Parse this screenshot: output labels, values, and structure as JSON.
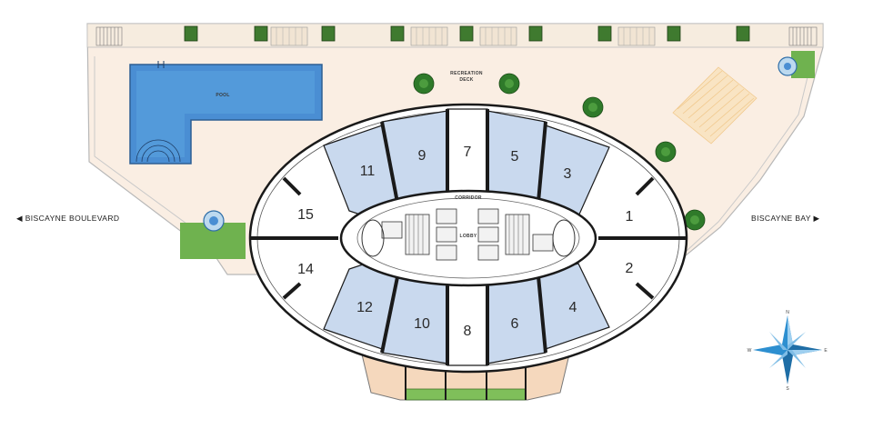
{
  "labels": {
    "pool": "POOL",
    "deck_line1": "RECREATION",
    "deck_line2": "DECK",
    "corridor": "CORRIDOR",
    "lobby": "LOBBY",
    "street_left": "◀ BISCAYNE BOULEVARD",
    "street_right": "BISCAYNE BAY ▶"
  },
  "units": {
    "u1": "1",
    "u2": "2",
    "u3": "3",
    "u4": "4",
    "u5": "5",
    "u6": "6",
    "u7": "7",
    "u8": "8",
    "u9": "9",
    "u10": "10",
    "u11": "11",
    "u12": "12",
    "u14": "14",
    "u15": "15"
  },
  "compass": {
    "n": "N",
    "s": "S",
    "e": "E",
    "w": "W"
  },
  "colors": {
    "deck": "#faeee3",
    "unit_blue": "#c9d9ee",
    "pool": "#4a8ed3",
    "lawn": "#7fbf5a",
    "wall": "#1a1a1a",
    "terrace": "#f5d8bd",
    "compass": "#2d8fd0"
  }
}
